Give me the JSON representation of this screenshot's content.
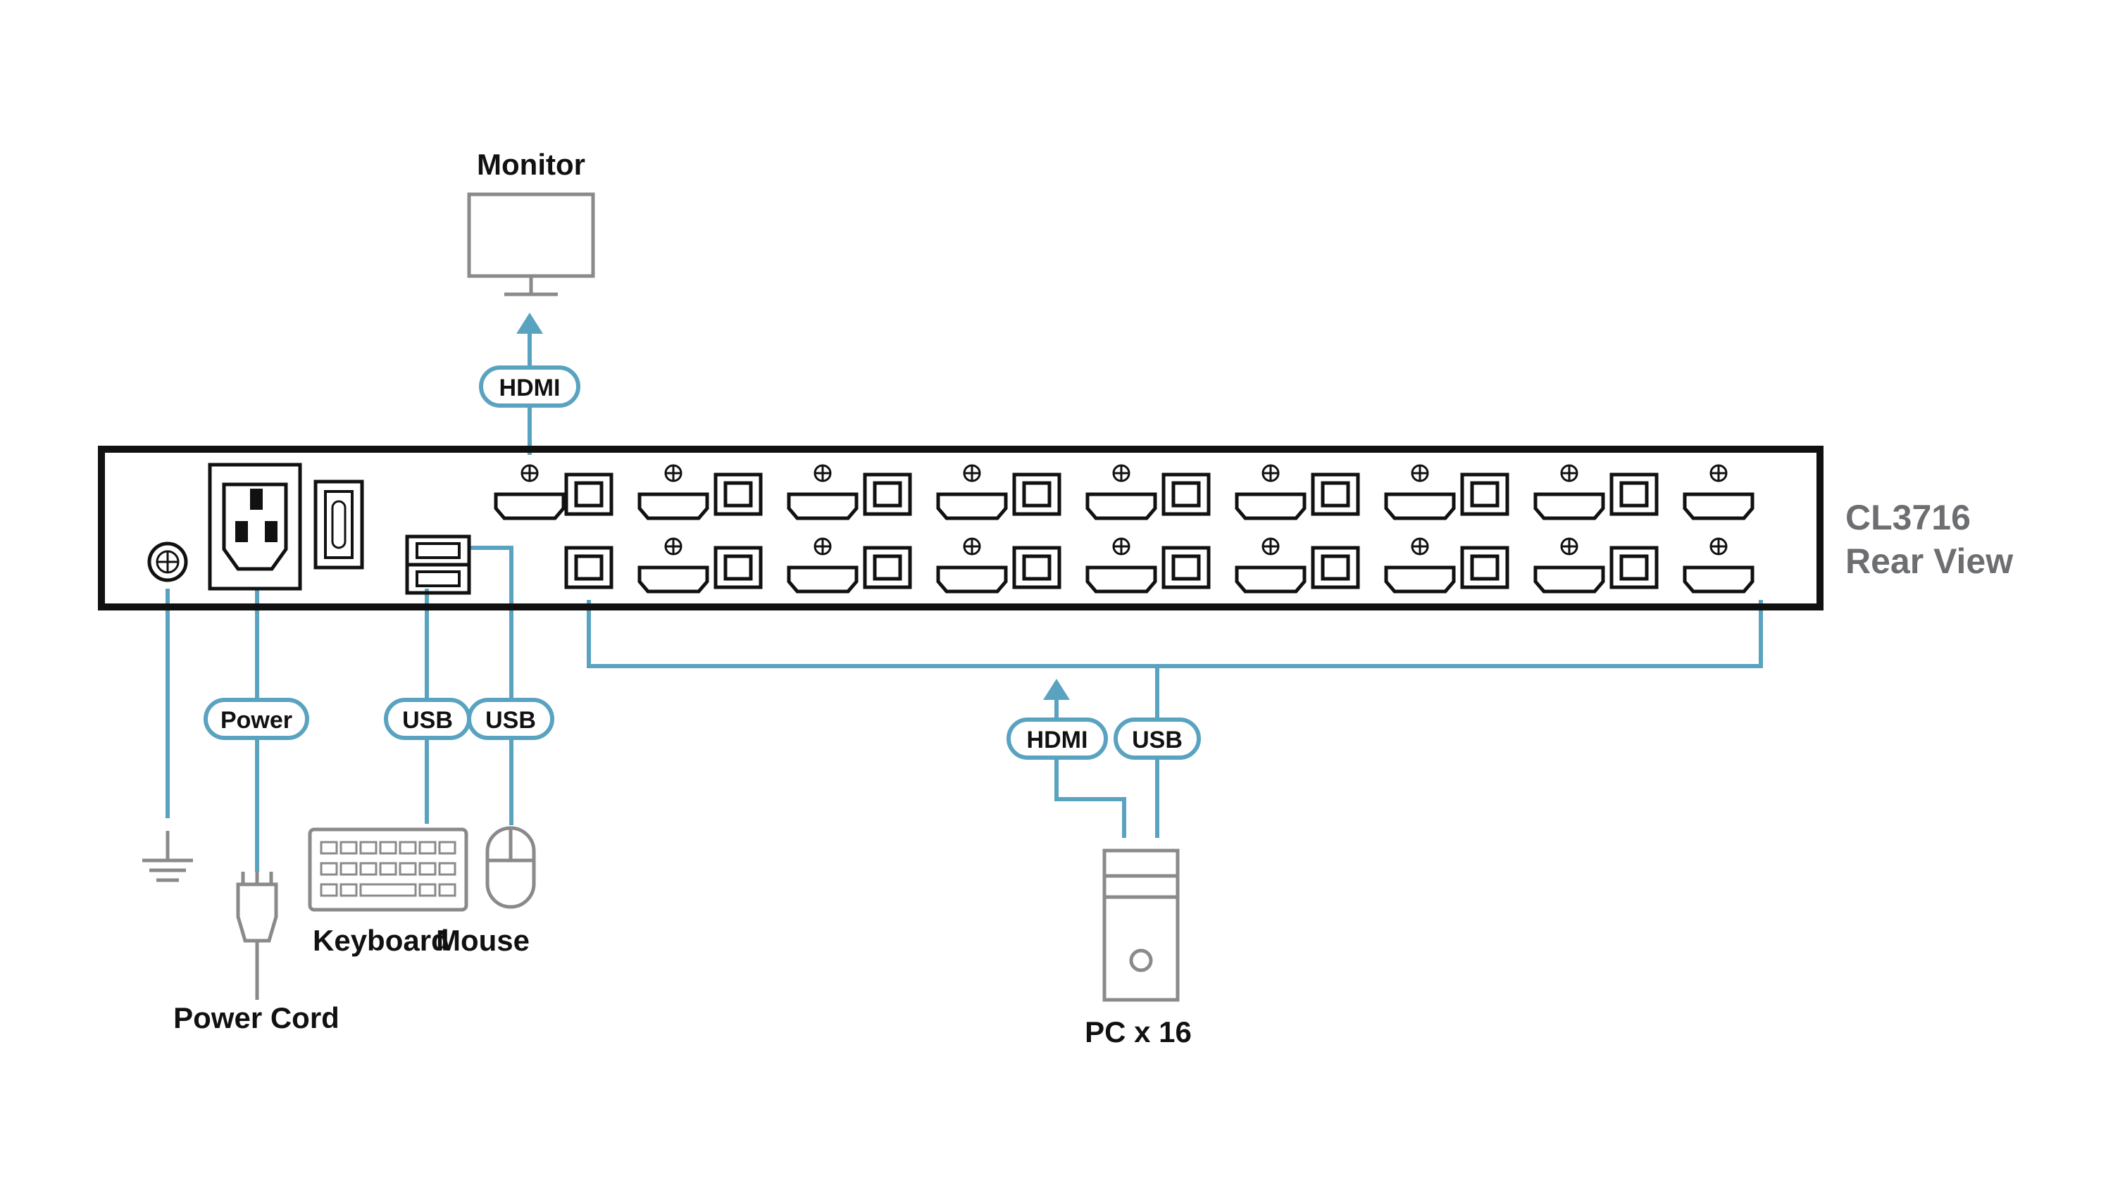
{
  "device": {
    "model": "CL3716",
    "view": "Rear View"
  },
  "labels": {
    "monitor": "Monitor",
    "keyboard": "Keyboard",
    "mouse": "Mouse",
    "power_cord": "Power Cord",
    "pc": "PC x 16"
  },
  "cables": {
    "monitor_hdmi": "HDMI",
    "power": "Power",
    "keyboard_usb": "USB",
    "mouse_usb": "USB",
    "pc_hdmi": "HDMI",
    "pc_usb": "USB"
  },
  "colors": {
    "cable": "#5aa3c0",
    "device_outline": "#8a8a8a",
    "chassis": "#111111",
    "caption": "#6d6e71"
  }
}
